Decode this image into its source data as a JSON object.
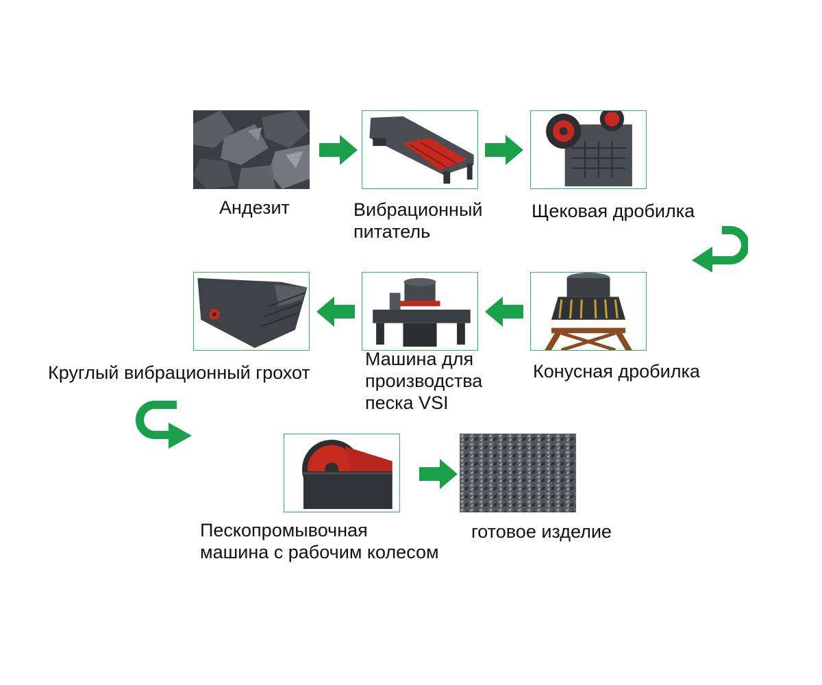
{
  "colors": {
    "accent": "#1aa04a",
    "box_border": "#2fb45a"
  },
  "steps": [
    {
      "label": "Андезит",
      "image": "andesite-rocks"
    },
    {
      "label": "Вибрационный\nпитатель",
      "image": "vibrating-feeder"
    },
    {
      "label": "Щековая дробилка",
      "image": "jaw-crusher"
    },
    {
      "label": "Конусная дробилка",
      "image": "cone-crusher"
    },
    {
      "label": "Машина для\nпроизводства\nпеска VSI",
      "image": "vsi-sand-maker"
    },
    {
      "label": "Круглый вибрационный грохот",
      "image": "circular-vibrating-screen"
    },
    {
      "label": "Пескопромывочная\nмашина с рабочим колесом",
      "image": "wheel-sand-washer"
    },
    {
      "label": "готовое изделие",
      "image": "finished-gravel"
    }
  ]
}
